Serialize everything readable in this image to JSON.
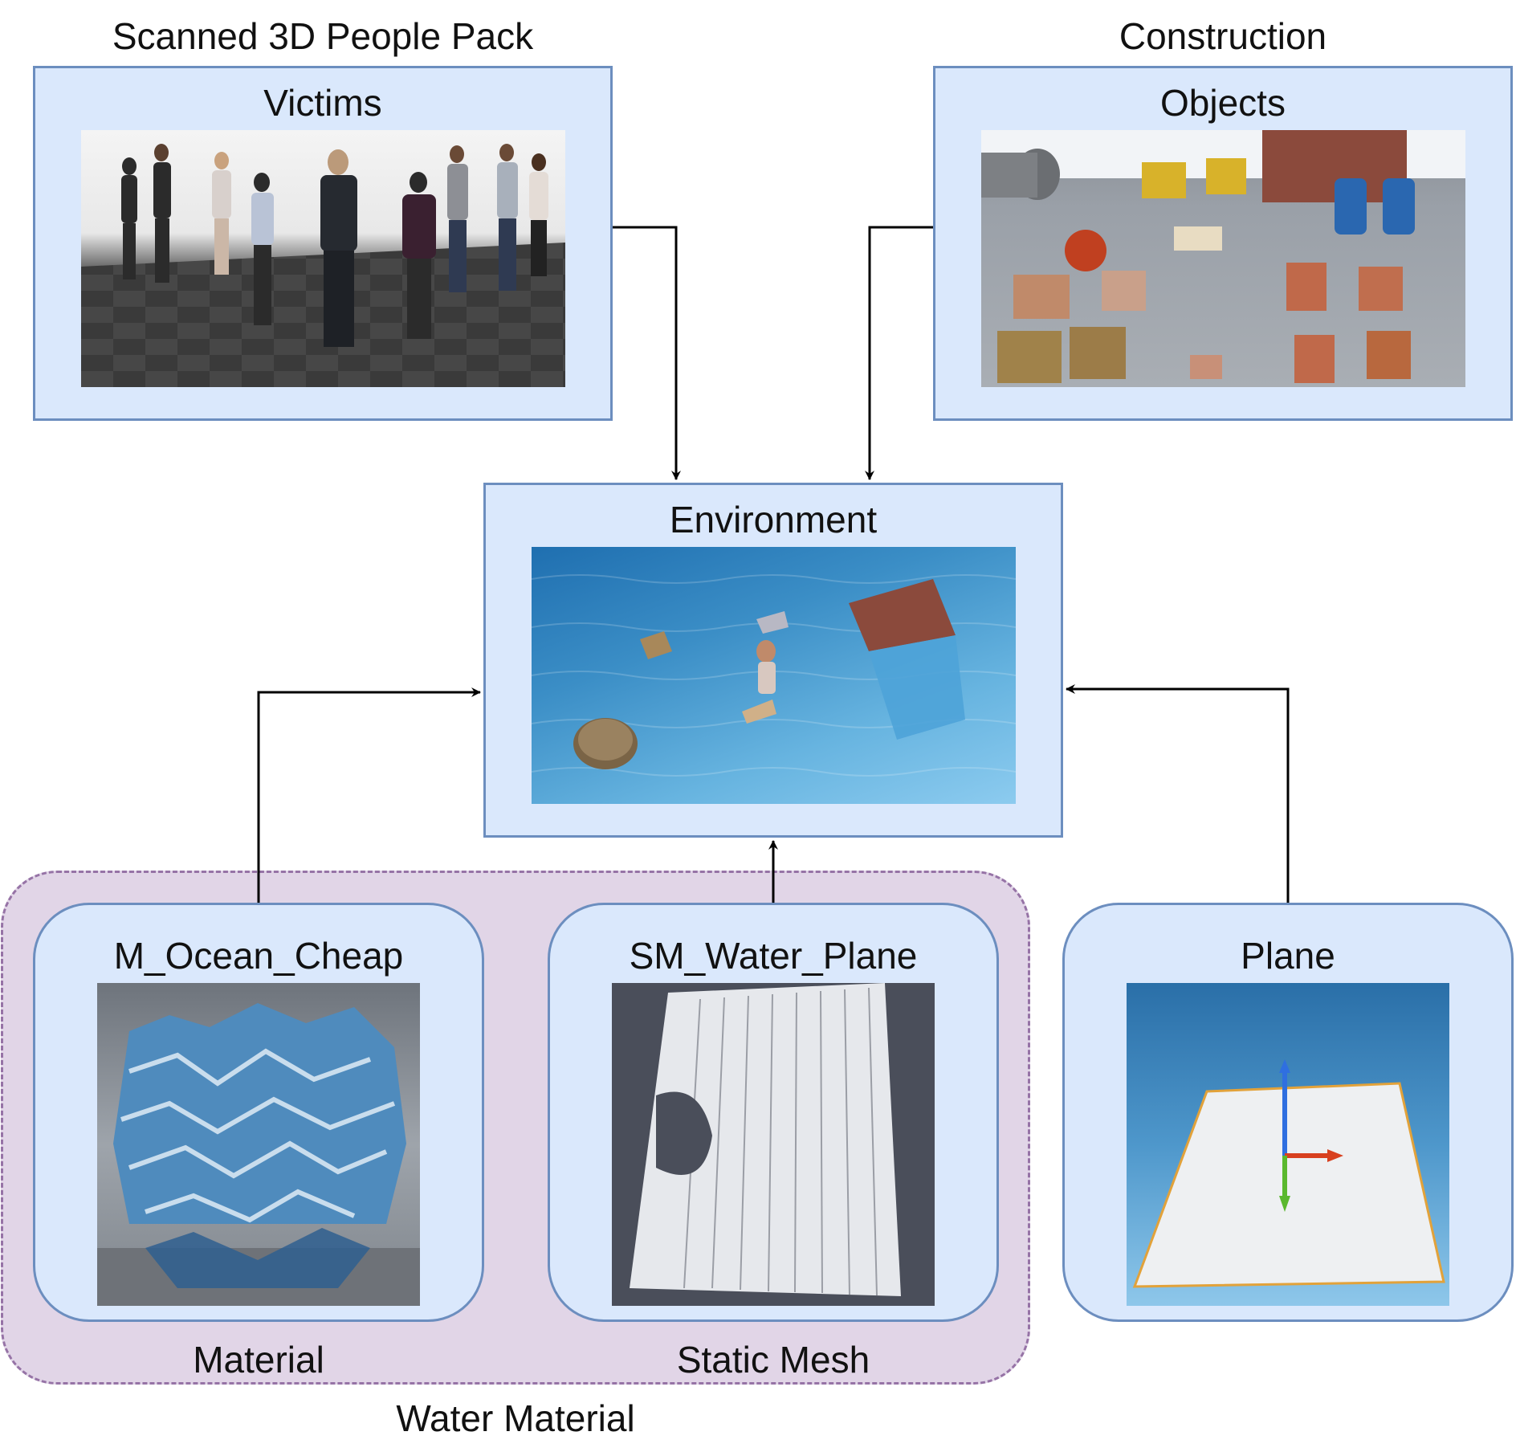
{
  "headers": {
    "people_pack": "Scanned 3D People Pack",
    "construction": "Construction"
  },
  "nodes": {
    "victims": {
      "title": "Victims"
    },
    "objects": {
      "title": "Objects"
    },
    "environment": {
      "title": "Environment"
    },
    "ocean": {
      "title": "M_Ocean_Cheap",
      "caption": "Material"
    },
    "water_plane": {
      "title": "SM_Water_Plane",
      "caption": "Static Mesh"
    },
    "plane": {
      "title": "Plane"
    }
  },
  "group": {
    "label": "Water Material"
  },
  "colors": {
    "node_fill": "#dae8fc",
    "node_stroke": "#6c8ebf",
    "group_fill": "#e1d5e7",
    "group_stroke": "#9673a6",
    "arrow": "#000000"
  },
  "edges": [
    {
      "from": "victims",
      "to": "environment"
    },
    {
      "from": "objects",
      "to": "environment"
    },
    {
      "from": "ocean",
      "to": "environment"
    },
    {
      "from": "water_plane",
      "to": "environment"
    },
    {
      "from": "plane",
      "to": "environment"
    }
  ]
}
